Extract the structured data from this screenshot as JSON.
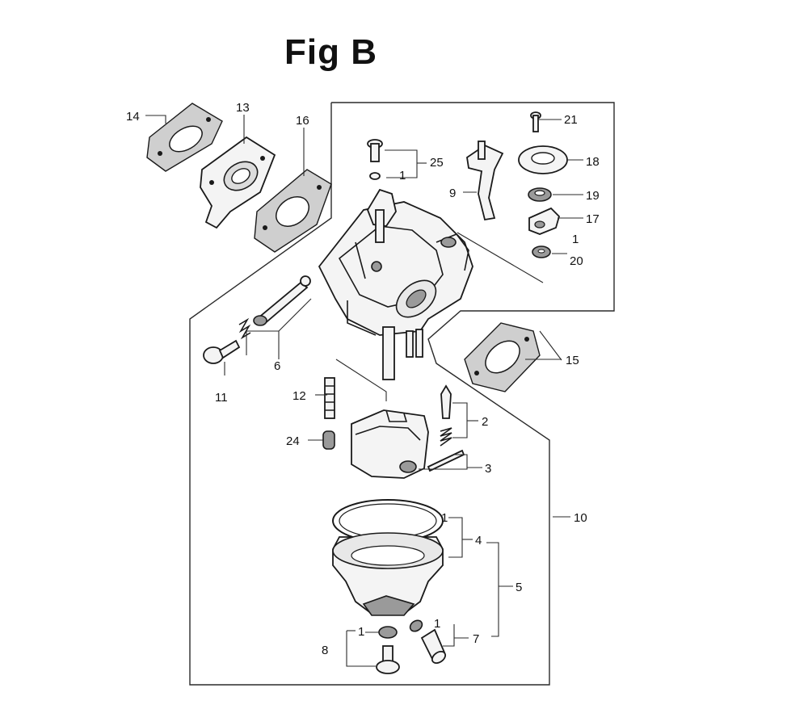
{
  "figure": {
    "title": "Fig B"
  },
  "callouts": [
    {
      "id": "c14",
      "text": "14"
    },
    {
      "id": "c13",
      "text": "13"
    },
    {
      "id": "c16",
      "text": "16"
    },
    {
      "id": "c25",
      "text": "25"
    },
    {
      "id": "c1a",
      "text": "1"
    },
    {
      "id": "c9",
      "text": "9"
    },
    {
      "id": "c21",
      "text": "21"
    },
    {
      "id": "c18",
      "text": "18"
    },
    {
      "id": "c19",
      "text": "19"
    },
    {
      "id": "c17",
      "text": "17"
    },
    {
      "id": "c1b",
      "text": "1"
    },
    {
      "id": "c20",
      "text": "20"
    },
    {
      "id": "c15",
      "text": "15"
    },
    {
      "id": "c6",
      "text": "6"
    },
    {
      "id": "c11",
      "text": "11"
    },
    {
      "id": "c12",
      "text": "12"
    },
    {
      "id": "c2",
      "text": "2"
    },
    {
      "id": "c3",
      "text": "3"
    },
    {
      "id": "c24",
      "text": "24"
    },
    {
      "id": "c10",
      "text": "10"
    },
    {
      "id": "c1c",
      "text": "1"
    },
    {
      "id": "c4",
      "text": "4"
    },
    {
      "id": "c5",
      "text": "5"
    },
    {
      "id": "c1d",
      "text": "1"
    },
    {
      "id": "c1e",
      "text": "1"
    },
    {
      "id": "c7",
      "text": "7"
    },
    {
      "id": "c8",
      "text": "8"
    }
  ]
}
